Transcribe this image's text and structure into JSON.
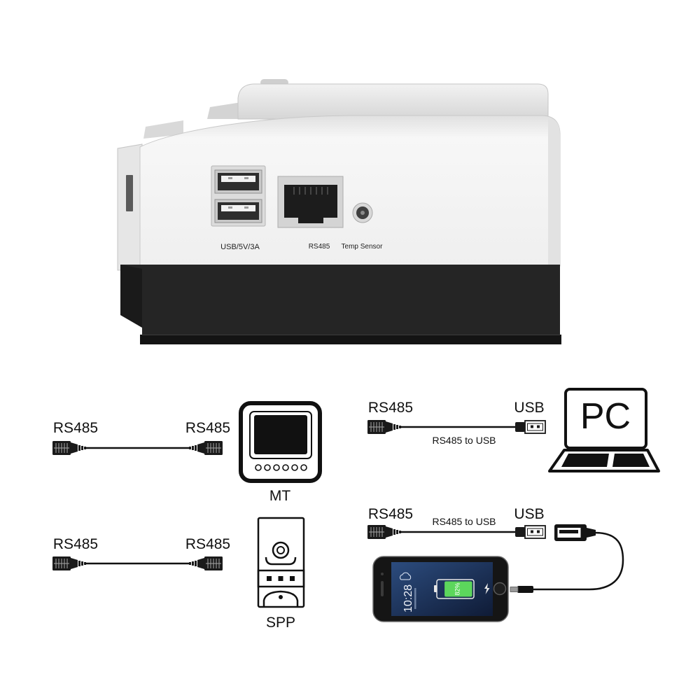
{
  "device": {
    "usb_port_label": "USB/5V/3A",
    "rs485_port_label": "RS485",
    "temp_sensor_label": "Temp Sensor"
  },
  "connections": {
    "mt": {
      "left_label": "RS485",
      "right_label": "RS485",
      "device_label": "MT"
    },
    "spp": {
      "left_label": "RS485",
      "right_label": "RS485",
      "device_label": "SPP"
    },
    "pc": {
      "left_label": "RS485",
      "right_label": "USB",
      "cable_label": "RS485 to USB",
      "device_label": "PC"
    },
    "phone": {
      "left_label": "RS485",
      "right_label": "USB",
      "cable_label": "RS485 to USB",
      "screen_time": "10:28",
      "battery_percent": "82%",
      "battery_level": 0.82
    }
  },
  "icons": [
    "rj45-plug-icon",
    "usb-plug-icon",
    "usb-female-connector-icon",
    "laptop-icon",
    "mt-display-icon",
    "spp-device-icon",
    "smartphone-icon",
    "weather-icon",
    "charging-bolt-icon"
  ],
  "colors": {
    "device_body": "#f3f3f3",
    "device_base": "#232323",
    "line_art": "#111111",
    "battery_green": "#5cd65c",
    "phone_screen": "#1b2d52"
  }
}
